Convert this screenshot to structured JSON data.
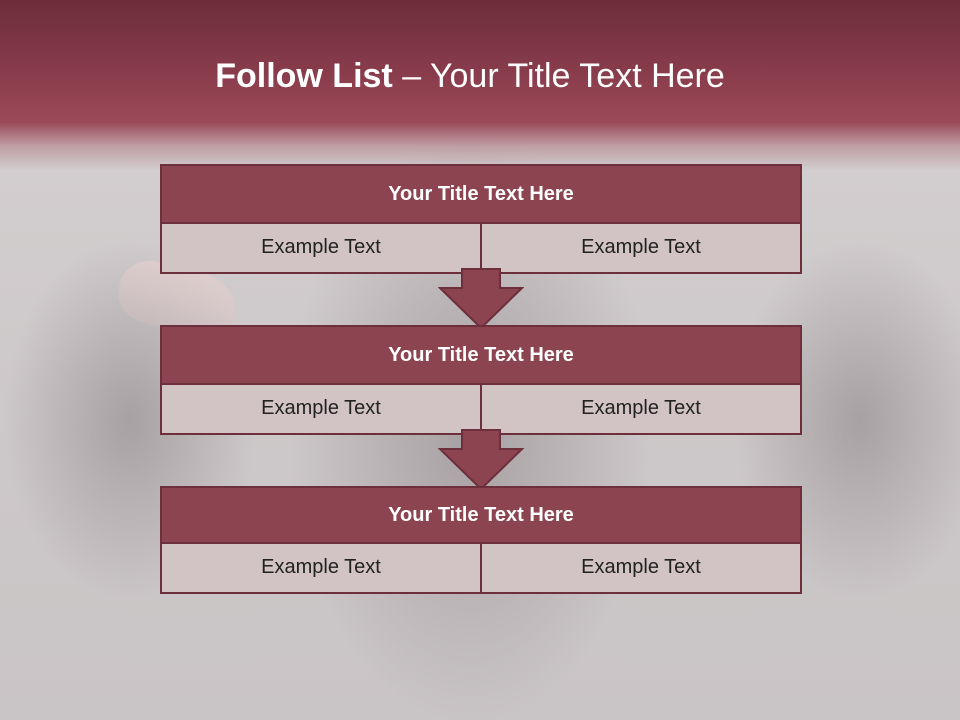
{
  "slide": {
    "title_bold": "Follow List",
    "title_rest": " – Your Title Text Here"
  },
  "steps": [
    {
      "title": "Your Title Text Here",
      "cells": [
        "Example Text",
        "Example Text"
      ]
    },
    {
      "title": "Your Title Text Here",
      "cells": [
        "Example Text",
        "Example Text"
      ]
    },
    {
      "title": "Your Title Text Here",
      "cells": [
        "Example Text",
        "Example Text"
      ]
    }
  ],
  "colors": {
    "header_band": "#8a3d4c",
    "title_bar": "#8b4450",
    "border": "#6e2f3c",
    "cell_fill": "#d2c3c5",
    "arrow_fill": "#8b4450"
  }
}
